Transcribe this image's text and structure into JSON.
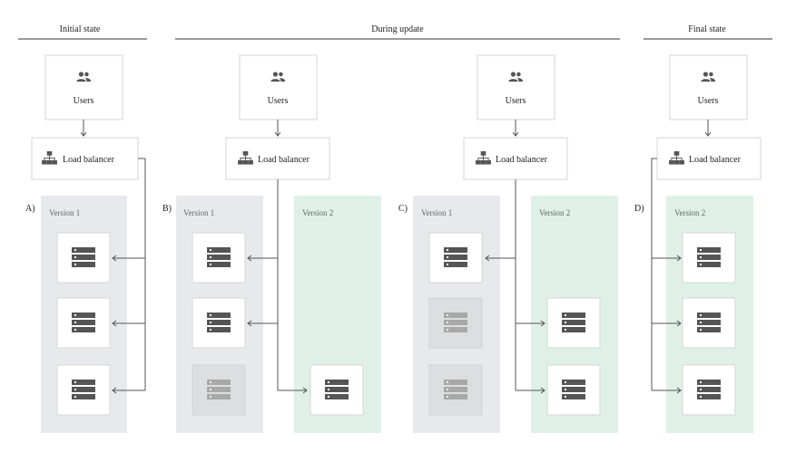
{
  "sections": {
    "initial": "Initial state",
    "during": "During update",
    "final": "Final state"
  },
  "labels": {
    "users": "Users",
    "load_balancer": "Load balancer",
    "version_1": "Version 1",
    "version_2": "Version 2"
  },
  "panels": {
    "a": "A)",
    "b": "B)",
    "c": "C)",
    "d": "D)"
  },
  "colors": {
    "v1_zone": "#e7e9ec",
    "v2_zone": "#dff1e6",
    "server_active": "#555555",
    "server_inactive": "#a8a8a8",
    "box_border": "#d6d6d6"
  },
  "icons": {
    "users": "users-icon",
    "load_balancer": "load-balancer-icon",
    "server": "server-icon"
  }
}
